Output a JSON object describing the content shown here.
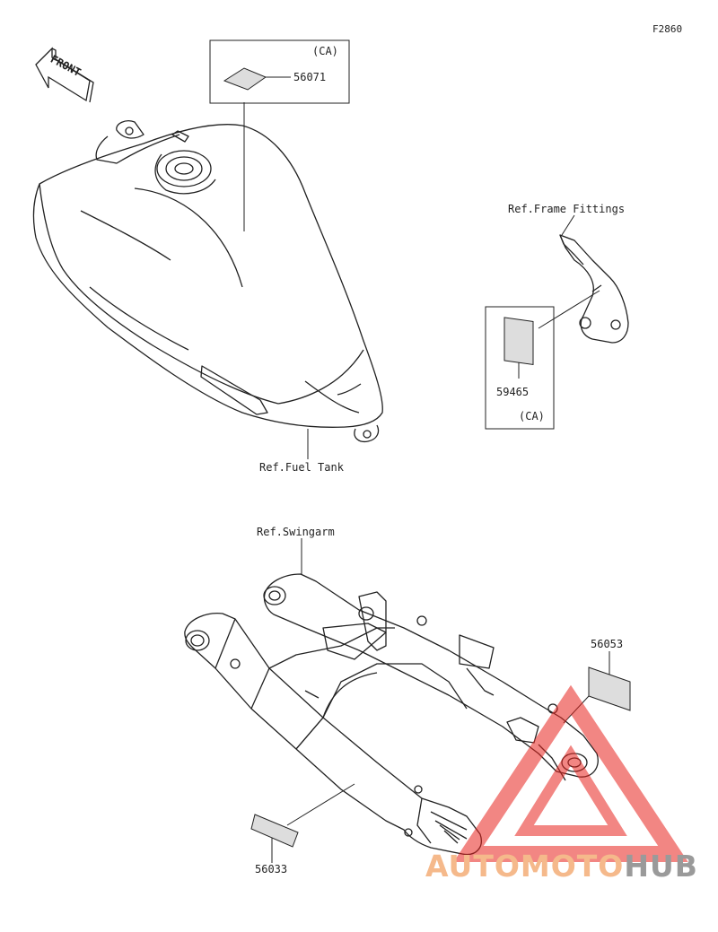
{
  "figure_code": "F2860",
  "front_label": "FRONT",
  "parts": {
    "tank_label": {
      "number": "56071",
      "note": "(CA)"
    },
    "frame_label": {
      "number": "59465",
      "note": "(CA)"
    },
    "swingarm_right_label": {
      "number": "56053"
    },
    "swingarm_left_label": {
      "number": "56033"
    }
  },
  "refs": {
    "fuel_tank": "Ref.Fuel Tank",
    "frame_fittings": "Ref.Frame Fittings",
    "swingarm": "Ref.Swingarm"
  },
  "watermark": {
    "part1": "AUTOMOTO",
    "part2": "HUB",
    "color1": "#f5b98b",
    "color2": "#9a9a9a",
    "triangle_color": "#e8241f"
  }
}
